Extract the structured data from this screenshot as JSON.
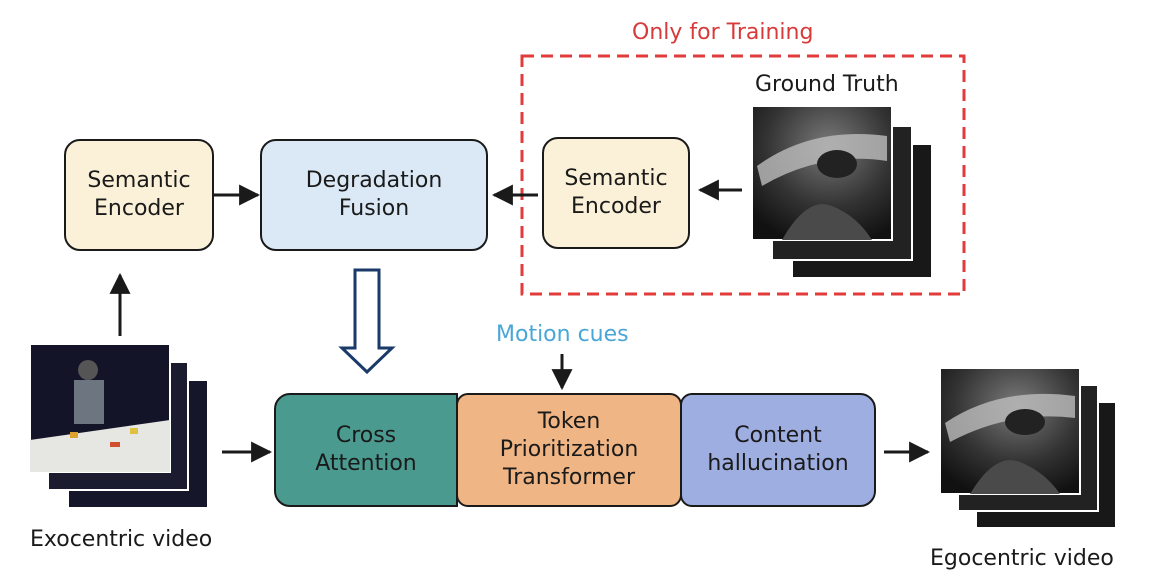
{
  "training_region": {
    "title": "Only for Training",
    "border_color": "#e23b3b"
  },
  "boxes": {
    "semantic_encoder_left": {
      "label": "Semantic\nEncoder",
      "fill": "#fbf1d8"
    },
    "degradation_fusion": {
      "label": "Degradation\nFusion",
      "fill": "#dbe9f7"
    },
    "semantic_encoder_right": {
      "label": "Semantic\nEncoder",
      "fill": "#fbf1d8"
    },
    "cross_attention": {
      "label": "Cross\nAttention",
      "fill": "#4b9a90"
    },
    "token_prioritization": {
      "label": "Token\nPrioritization\nTransformer",
      "fill": "#f0b585"
    },
    "content_hallucination": {
      "label": "Content\nhallucination",
      "fill": "#9eaee0"
    }
  },
  "labels": {
    "ground_truth": "Ground Truth",
    "motion_cues": "Motion cues",
    "exocentric_video": "Exocentric video",
    "egocentric_video": "Egocentric video"
  },
  "colors": {
    "motion_cues": "#4aa6d6",
    "training_title": "#d83a3a"
  }
}
